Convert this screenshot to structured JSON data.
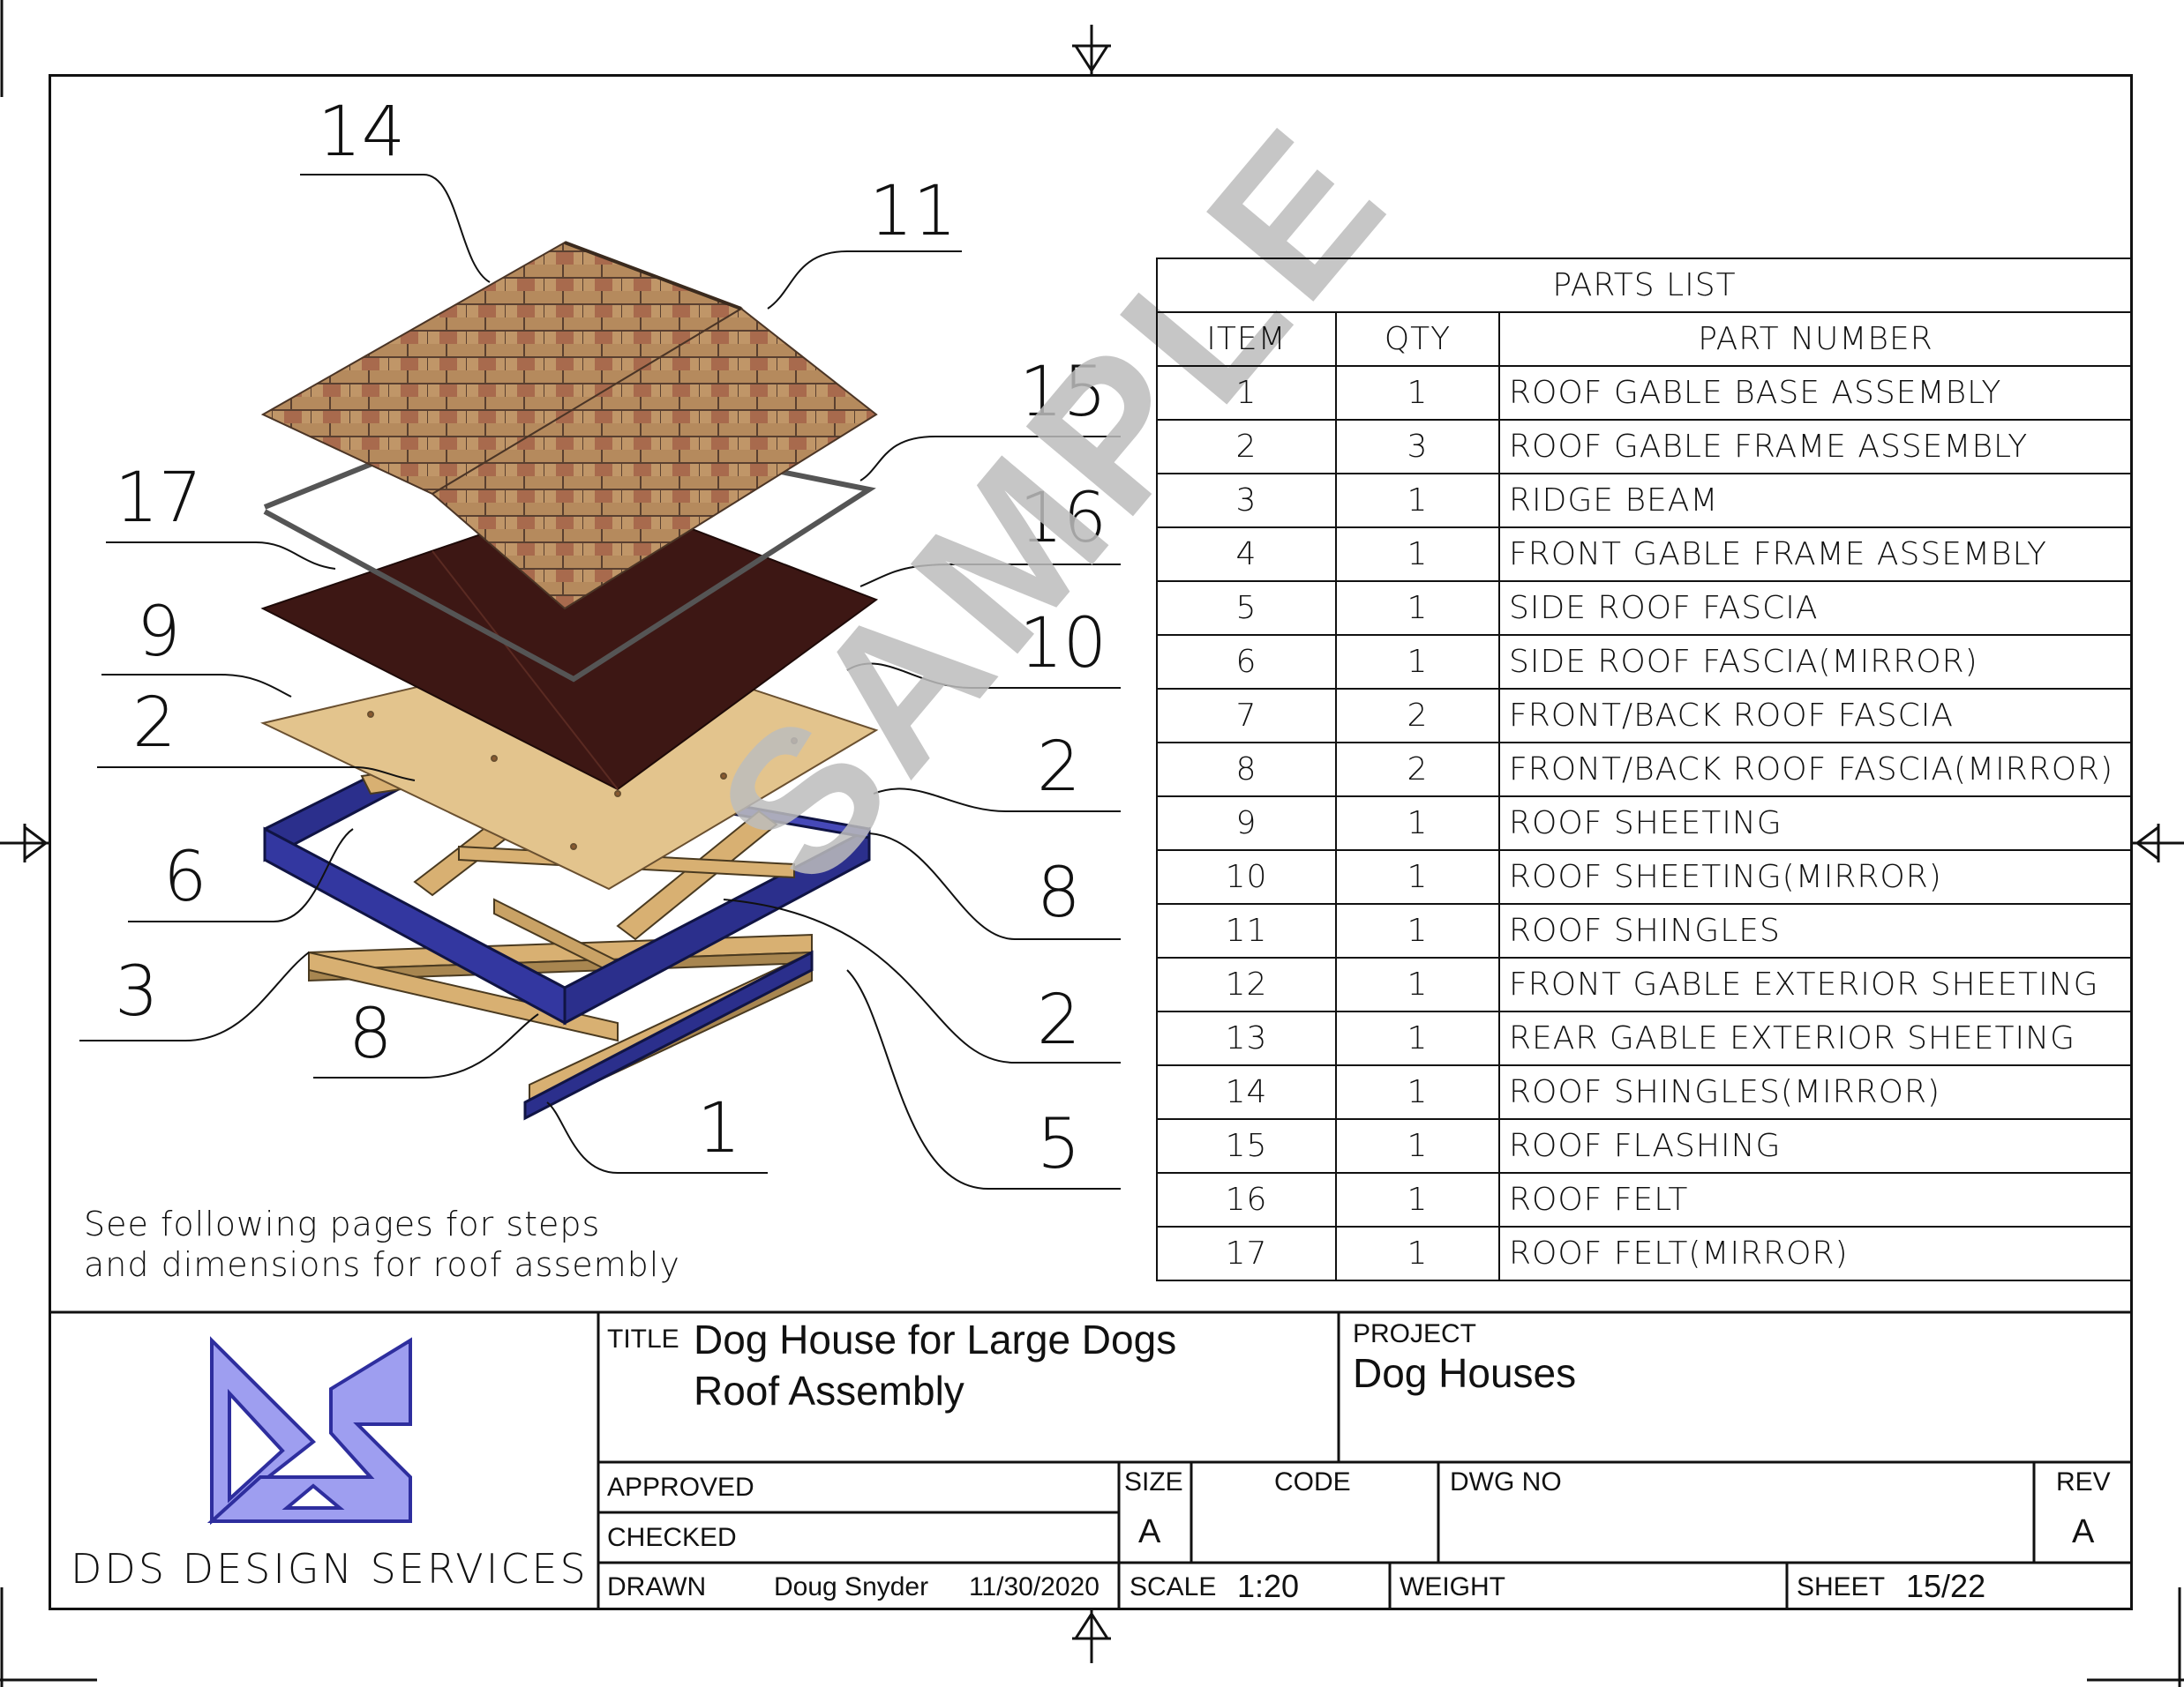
{
  "parts_list": {
    "title": "PARTS LIST",
    "columns": [
      "ITEM",
      "QTY",
      "PART NUMBER"
    ],
    "rows": [
      {
        "item": "1",
        "qty": "1",
        "part": "ROOF GABLE BASE ASSEMBLY"
      },
      {
        "item": "2",
        "qty": "3",
        "part": "ROOF GABLE FRAME ASSEMBLY"
      },
      {
        "item": "3",
        "qty": "1",
        "part": "RIDGE BEAM"
      },
      {
        "item": "4",
        "qty": "1",
        "part": "FRONT GABLE FRAME ASSEMBLY"
      },
      {
        "item": "5",
        "qty": "1",
        "part": "SIDE ROOF FASCIA"
      },
      {
        "item": "6",
        "qty": "1",
        "part": "SIDE ROOF FASCIA(MIRROR)"
      },
      {
        "item": "7",
        "qty": "2",
        "part": "FRONT/BACK ROOF FASCIA"
      },
      {
        "item": "8",
        "qty": "2",
        "part": "FRONT/BACK ROOF FASCIA(MIRROR)"
      },
      {
        "item": "9",
        "qty": "1",
        "part": "ROOF SHEETING"
      },
      {
        "item": "10",
        "qty": "1",
        "part": "ROOF SHEETING(MIRROR)"
      },
      {
        "item": "11",
        "qty": "1",
        "part": "ROOF SHINGLES"
      },
      {
        "item": "12",
        "qty": "1",
        "part": "FRONT GABLE EXTERIOR SHEETING"
      },
      {
        "item": "13",
        "qty": "1",
        "part": "REAR GABLE EXTERIOR SHEETING"
      },
      {
        "item": "14",
        "qty": "1",
        "part": "ROOF SHINGLES(MIRROR)"
      },
      {
        "item": "15",
        "qty": "1",
        "part": "ROOF FLASHING"
      },
      {
        "item": "16",
        "qty": "1",
        "part": "ROOF FELT"
      },
      {
        "item": "17",
        "qty": "1",
        "part": "ROOF FELT(MIRROR)"
      }
    ]
  },
  "callouts": {
    "c14": "14",
    "c11": "11",
    "c15": "15",
    "c17": "17",
    "c16": "16",
    "c9": "9",
    "c10": "10",
    "c2a": "2",
    "c2b": "2",
    "c2c": "2",
    "c6": "6",
    "c8a": "8",
    "c8b": "8",
    "c3": "3",
    "c1": "1",
    "c5": "5"
  },
  "watermark": "SAMPLE",
  "note": {
    "line1": "See following pages for steps",
    "line2": "and dimensions for roof assembly"
  },
  "title_block": {
    "company": "DDS DESIGN SERVICES",
    "logo_text": "DDS",
    "title_label": "TITLE",
    "title_line1": "Dog House for Large Dogs",
    "title_line2": "Roof Assembly",
    "project_label": "PROJECT",
    "project": "Dog Houses",
    "approved_label": "APPROVED",
    "checked_label": "CHECKED",
    "drawn_label": "DRAWN",
    "drawn_by": "Doug Snyder",
    "drawn_date": "11/30/2020",
    "size_label": "SIZE",
    "size": "A",
    "code_label": "CODE",
    "dwg_label": "DWG NO",
    "rev_label": "REV",
    "rev": "A",
    "scale_label": "SCALE",
    "scale": "1:20",
    "weight_label": "WEIGHT",
    "sheet_label": "SHEET",
    "sheet": "15/22"
  },
  "colors": {
    "frame_blue": "#2b2f8c",
    "lumber": "#d8b072",
    "plywood": "#e3c48d",
    "felt": "#3d1714",
    "shingle": "#b88d64",
    "logo_fill": "#9e9ef0",
    "logo_stroke": "#2e2e9e",
    "watermark": "#bdbdbd"
  }
}
